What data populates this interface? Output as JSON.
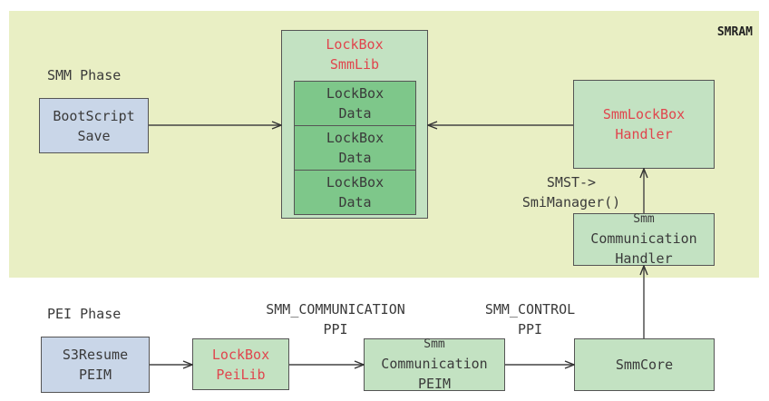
{
  "region": {
    "title": "SMRAM"
  },
  "phases": {
    "smm": "SMM Phase",
    "pei": "PEI Phase"
  },
  "boxes": {
    "bootscript": {
      "line1": "BootScript",
      "line2": "Save"
    },
    "lockbox_smmlib": {
      "line1": "LockBox",
      "line2": "SmmLib"
    },
    "data1": {
      "line1": "LockBox",
      "line2": "Data"
    },
    "data2": {
      "line1": "LockBox",
      "line2": "Data"
    },
    "data3": {
      "line1": "LockBox",
      "line2": "Data"
    },
    "handler": {
      "line1": "SmmLockBox",
      "line2": "Handler"
    },
    "comm_handler": {
      "line1": "Smm",
      "line2": "Communication",
      "line3": "Handler"
    },
    "s3resume": {
      "line1": "S3Resume",
      "line2": "PEIM"
    },
    "lockbox_peilib": {
      "line1": "LockBox",
      "line2": "PeiLib"
    },
    "comm_peim": {
      "line1": "Smm",
      "line2": "Communication",
      "line3": "PEIM"
    },
    "smmcore": {
      "line1": "SmmCore"
    }
  },
  "edge_labels": {
    "smst": {
      "line1": "SMST->",
      "line2": "SmiManager()"
    },
    "comm_ppi": {
      "line1": "SMM_COMMUNICATION",
      "line2": "PPI"
    },
    "ctrl_ppi": {
      "line1": "SMM_CONTROL",
      "line2": "PPI"
    }
  }
}
